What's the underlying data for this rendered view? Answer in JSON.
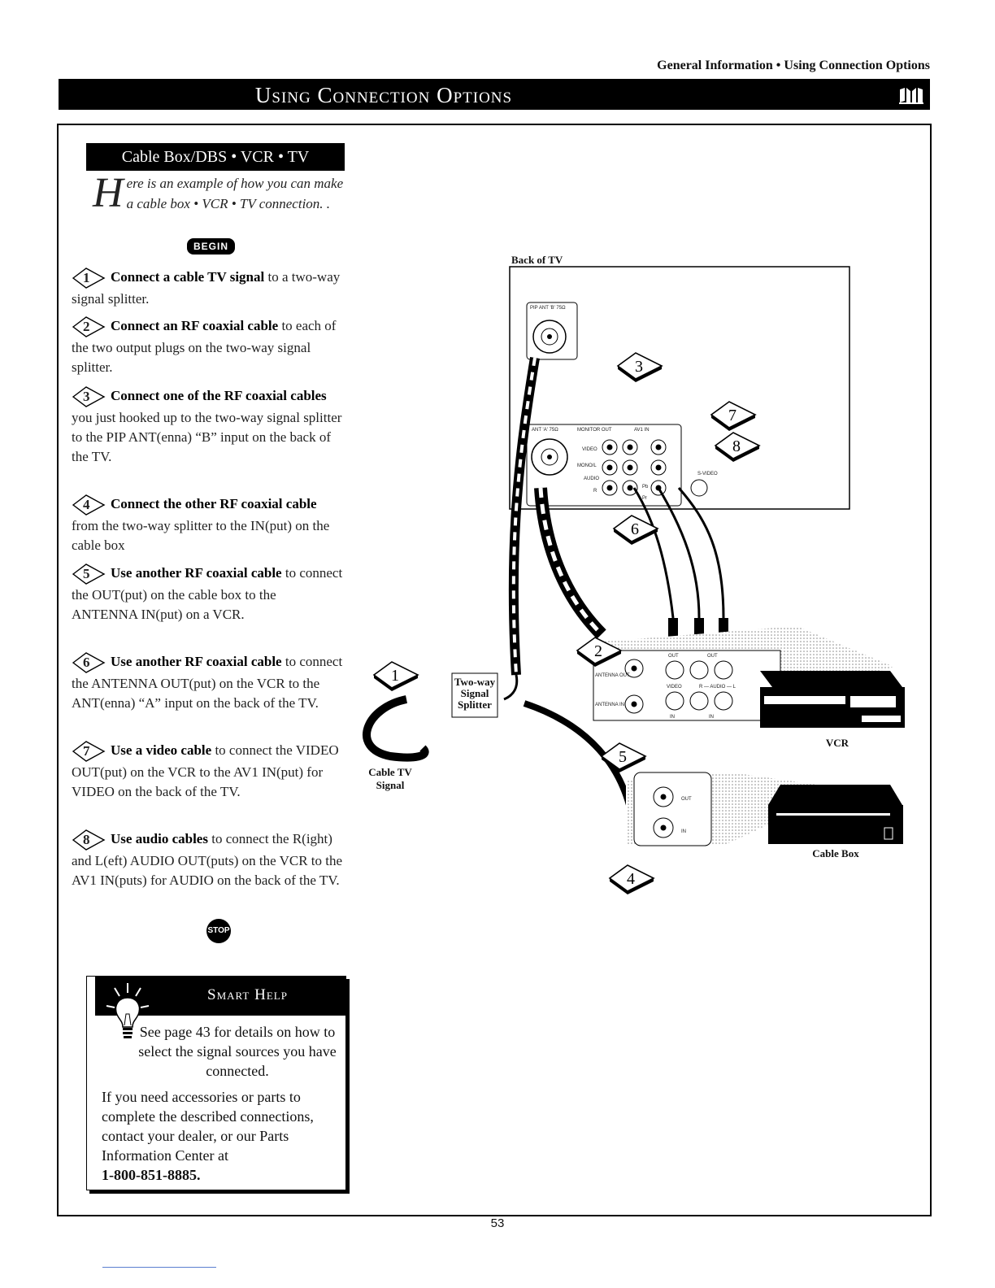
{
  "header": {
    "breadcrumb": "General Information • Using Connection Options",
    "title": "Using Connection Options"
  },
  "section": {
    "subtitle": "Cable Box/DBS • VCR • TV",
    "intro_dropcap": "H",
    "intro_rest": "ere is an example of how you can make a cable box • VCR • TV connection. .",
    "begin_label": "BEGIN"
  },
  "steps": [
    {
      "num": "1",
      "bold": "Connect a cable TV signal",
      "text": " to a two-way signal splitter."
    },
    {
      "num": "2",
      "bold": "Connect an RF coaxial cable",
      "text": " to each of the two output plugs on the two-way signal splitter."
    },
    {
      "num": "3",
      "bold": "Connect one of the RF coaxial cables",
      "text": " you just hooked up to the two-way signal splitter to the PIP ANT(enna) “B” input on the back of the TV."
    },
    {
      "num": "4",
      "bold": "Connect the other RF coaxial cable",
      "text": " from the two-way splitter to the IN(put) on the cable box"
    },
    {
      "num": "5",
      "bold": "Use another RF coaxial cable",
      "text": " to connect the OUT(put) on the cable box to the ANTENNA IN(put) on a VCR."
    },
    {
      "num": "6",
      "bold": "Use another RF coaxial cable",
      "text": " to connect the ANTENNA OUT(put) on the VCR to the ANT(enna) “A” input on the back of the TV."
    },
    {
      "num": "7",
      "bold": "Use a video cable",
      "text": " to connect the VIDEO OUT(put) on the VCR to the AV1 IN(put) for VIDEO on the back of the TV."
    },
    {
      "num": "8",
      "bold": "Use audio cables",
      "text": " to connect the R(ight) and L(eft) AUDIO OUT(puts) on the VCR to the AV1 IN(puts) for AUDIO on the back of the TV."
    }
  ],
  "stop_label": "STOP",
  "smart_help": {
    "title": "Smart Help",
    "para1": "See page 43 for details on how to select the signal sources you have connected.",
    "para2": "If you need accessories or parts to complete the described connections, contact your dealer, or our Parts Information Center at",
    "phone": "1-800-851-8885."
  },
  "diagram": {
    "back_of_tv": "Back of TV",
    "splitter": [
      "Two-way",
      "Signal",
      "Splitter"
    ],
    "cable_tv_signal": [
      "Cable TV",
      "Signal"
    ],
    "vcr": "VCR",
    "cable_box": "Cable Box",
    "pip_ant": "PIP ANT 'B' 75Ω",
    "ant_a": "ANT 'A' 75Ω",
    "monitor_out": "MONITOR OUT",
    "av1_in": "AV1 IN",
    "video": "VIDEO",
    "mono_l": "MONO/L",
    "audio": "AUDIO",
    "r": "R",
    "s_video": "S-VIDEO",
    "pb": "Pb",
    "pr": "Pr",
    "out": "OUT",
    "in": "IN",
    "antenna_out": "ANTENNA OUT",
    "antenna_in": "ANTENNA IN",
    "r_audio_l": "R — AUDIO — L",
    "callouts": [
      "1",
      "2",
      "3",
      "4",
      "5",
      "6",
      "7",
      "8"
    ]
  },
  "page_number": "53"
}
